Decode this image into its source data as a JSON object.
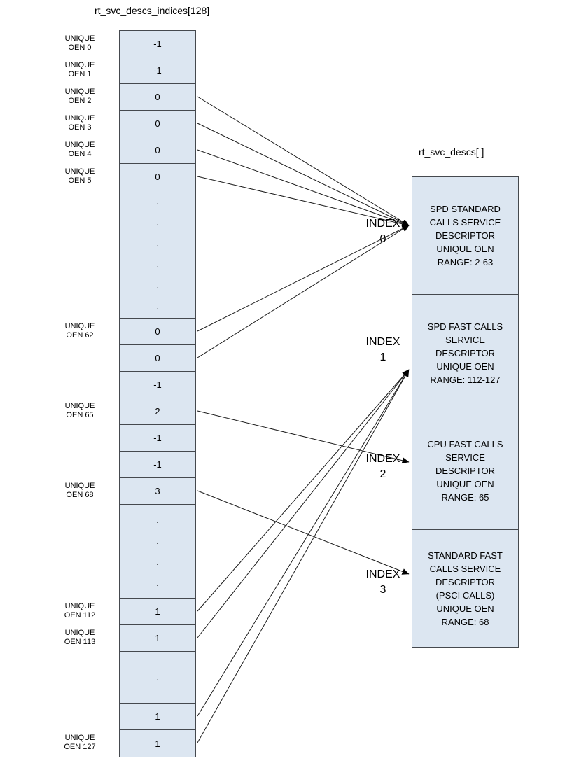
{
  "diagram": {
    "array_title": "rt_svc_descs_indices[128]",
    "descs_title": "rt_svc_descs[ ]",
    "colors": {
      "cell_fill": "#dce6f1",
      "border": "#45494e",
      "arrow_line": "#1a1a1a",
      "background": "#ffffff"
    },
    "cells": [
      {
        "value": "-1",
        "label": "UNIQUE\nOEN 0"
      },
      {
        "value": "-1",
        "label": "UNIQUE\nOEN 1"
      },
      {
        "value": "0",
        "label": "UNIQUE\nOEN 2"
      },
      {
        "value": "0",
        "label": "UNIQUE\nOEN 3"
      },
      {
        "value": "0",
        "label": "UNIQUE\nOEN 4"
      },
      {
        "value": "0",
        "label": "UNIQUE\nOEN 5"
      },
      {
        "value": ".\n.\n.\n.\n.\n.",
        "label": ""
      },
      {
        "value": "0",
        "label": "UNIQUE\nOEN 62"
      },
      {
        "value": "0",
        "label": ""
      },
      {
        "value": "-1",
        "label": ""
      },
      {
        "value": "2",
        "label": "UNIQUE\nOEN 65"
      },
      {
        "value": "-1",
        "label": ""
      },
      {
        "value": "-1",
        "label": ""
      },
      {
        "value": "3",
        "label": "UNIQUE\nOEN 68"
      },
      {
        "value": ".\n.\n.\n.",
        "label": ""
      },
      {
        "value": "1",
        "label": "UNIQUE\nOEN 112"
      },
      {
        "value": "1",
        "label": "UNIQUE\nOEN 113"
      },
      {
        "value": ".",
        "label": ""
      },
      {
        "value": "1",
        "label": ""
      },
      {
        "value": "1",
        "label": "UNIQUE\nOEN 127"
      }
    ],
    "descriptors": [
      {
        "index_label": "INDEX\n0",
        "text": "SPD STANDARD\nCALLS SERVICE\nDESCRIPTOR\nUNIQUE OEN\nRANGE: 2-63"
      },
      {
        "index_label": "INDEX\n1",
        "text": "SPD FAST CALLS\nSERVICE\nDESCRIPTOR\nUNIQUE OEN\nRANGE: 112-127"
      },
      {
        "index_label": "INDEX\n2",
        "text": "CPU FAST CALLS\nSERVICE\nDESCRIPTOR\nUNIQUE OEN\nRANGE: 65"
      },
      {
        "index_label": "INDEX\n3",
        "text": "STANDARD FAST\nCALLS SERVICE\nDESCRIPTOR\n(PSCI CALLS)\nUNIQUE OEN\nRANGE: 68"
      }
    ]
  }
}
